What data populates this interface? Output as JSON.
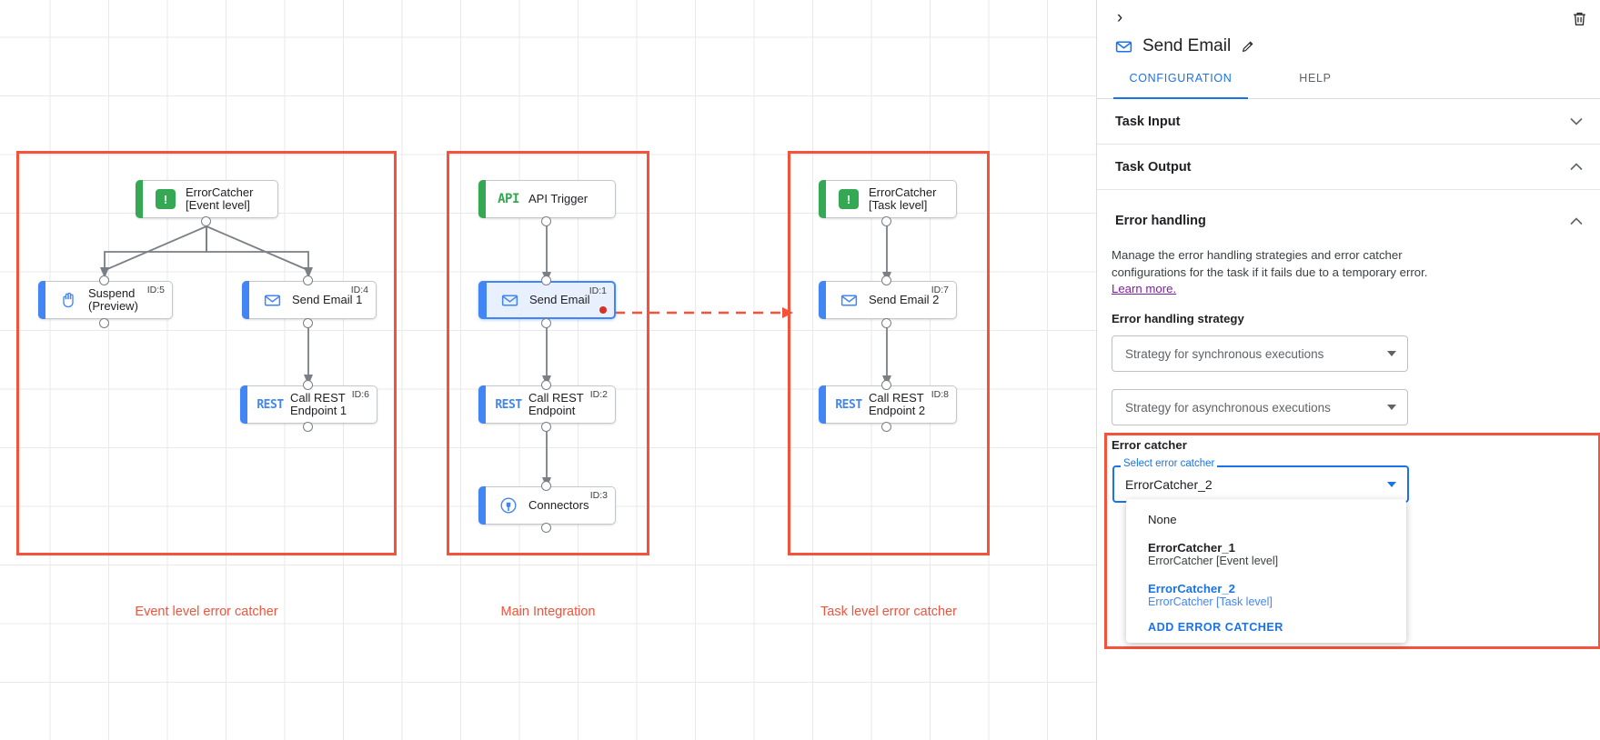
{
  "canvas": {
    "groups": [
      {
        "caption": "Event level error catcher"
      },
      {
        "caption": "Main Integration"
      },
      {
        "caption": "Task level error catcher"
      }
    ],
    "nodes": [
      {
        "label": "ErrorCatcher\n[Event level]",
        "id": "",
        "icon": "errorcatcher-icon"
      },
      {
        "label": "Suspend\n(Preview)",
        "id": "ID:5",
        "icon": "suspend-hand-icon"
      },
      {
        "label": "Send Email 1",
        "id": "ID:4",
        "icon": "envelope-icon"
      },
      {
        "label": "Call REST\nEndpoint 1",
        "id": "ID:6",
        "icon": "rest-icon"
      },
      {
        "label": "API Trigger",
        "id": "",
        "icon": "api-icon"
      },
      {
        "label": "Send Email",
        "id": "ID:1",
        "icon": "envelope-icon"
      },
      {
        "label": "Call REST\nEndpoint",
        "id": "ID:2",
        "icon": "rest-icon"
      },
      {
        "label": "Connectors",
        "id": "ID:3",
        "icon": "connectors-icon"
      },
      {
        "label": "ErrorCatcher\n[Task level]",
        "id": "",
        "icon": "errorcatcher-icon"
      },
      {
        "label": "Send Email 2",
        "id": "ID:7",
        "icon": "envelope-icon"
      },
      {
        "label": "Call REST\nEndpoint 2",
        "id": "ID:8",
        "icon": "rest-icon"
      }
    ],
    "icon_text": {
      "api": "API",
      "rest": "REST",
      "errorcatcher": "!"
    }
  },
  "panel": {
    "title": "Send Email",
    "collapse_icon": "›",
    "tabs": [
      {
        "label": "CONFIGURATION",
        "active": true
      },
      {
        "label": "HELP",
        "active": false
      }
    ],
    "sections": [
      {
        "label": "Task Input",
        "chevron": "⌄",
        "expanded": false
      },
      {
        "label": "Task Output",
        "chevron": "⌃",
        "expanded": true
      },
      {
        "label": "Error handling",
        "chevron": "⌃",
        "expanded": true
      }
    ],
    "error_handling": {
      "description_line1": "Manage the error handling strategies and error catcher",
      "description_line2": "configurations for the task if it fails due to a temporary error.",
      "learn_more": "Learn more.",
      "strategy_label": "Error handling strategy",
      "sync_placeholder": "Strategy for synchronous executions",
      "async_placeholder": "Strategy for asynchronous executions"
    },
    "error_catcher": {
      "section_label": "Error catcher",
      "float_label": "Select error catcher",
      "value": "ErrorCatcher_2",
      "options": [
        {
          "primary": "None",
          "secondary": "",
          "selected": false,
          "bold": false
        },
        {
          "primary": "ErrorCatcher_1",
          "secondary": "ErrorCatcher [Event level]",
          "selected": false,
          "bold": true
        },
        {
          "primary": "ErrorCatcher_2",
          "secondary": "ErrorCatcher [Task level]",
          "selected": true,
          "bold": true
        }
      ],
      "add_action": "ADD ERROR CATCHER"
    }
  },
  "colors": {
    "accent_blue": "#4285f4",
    "link_blue": "#1a73e8",
    "green": "#34a853",
    "highlight_red": "#f4523b",
    "error_red": "#d93025",
    "purple_link": "#7b1fa2"
  }
}
